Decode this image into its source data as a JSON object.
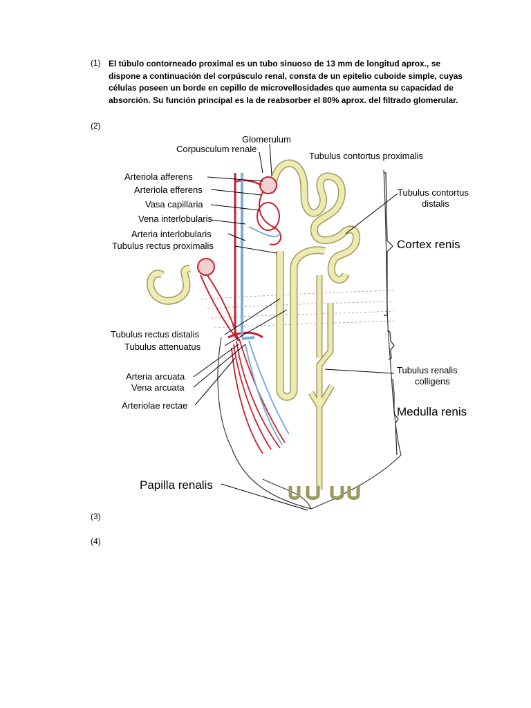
{
  "paragraph1": {
    "number": "(1)",
    "text": "El túbulo contorneado proximal es un tubo sinuoso de 13 mm de longitud aprox., se dispone a continuación del corpúsculo renal, consta de un epitelio cuboide simple, cuyas células poseen un borde en cepillo de microvellosidades que aumenta su capacidad de absorción. Su función principal es la de reabsorber el 80% aprox. del filtrado glomerular."
  },
  "markers": {
    "m2": "(2)",
    "m3": "(3)",
    "m4": "(4)"
  },
  "figure": {
    "labels": {
      "glomerulum": "Glomerulum",
      "corpusculum": "Corpusculum renale",
      "tub_contortus_prox": "Tubulus contortus proximalis",
      "art_afferens": "Arteriola afferens",
      "art_efferens": "Arteriola efferens",
      "vasa_cap": "Vasa capillaria",
      "vena_interlob": "Vena interlobularis",
      "arteria_interlob": "Arteria interlobularis",
      "tub_rectus_prox": "Tubulus rectus proximalis",
      "tub_contortus_dist_1": "Tubulus contortus",
      "tub_contortus_dist_2": "distalis",
      "cortex": "Cortex renis",
      "tub_rectus_dist": "Tubulus rectus distalis",
      "tub_atten": "Tubulus attenuatus",
      "arteria_arc": "Arteria arcuata",
      "vena_arc": "Vena arcuata",
      "arteriolae_rectae": "Arteriolae rectae",
      "tub_renalis_1": "Tubulus renalis",
      "tub_renalis_2": "colligens",
      "medulla": "Medulla renis",
      "papilla": "Papilla renalis"
    },
    "colors": {
      "artery": "#c8202c",
      "vein": "#7aaed6",
      "tubule_fill": "#eeeab0",
      "tubule_edge": "#9a9a60"
    }
  }
}
